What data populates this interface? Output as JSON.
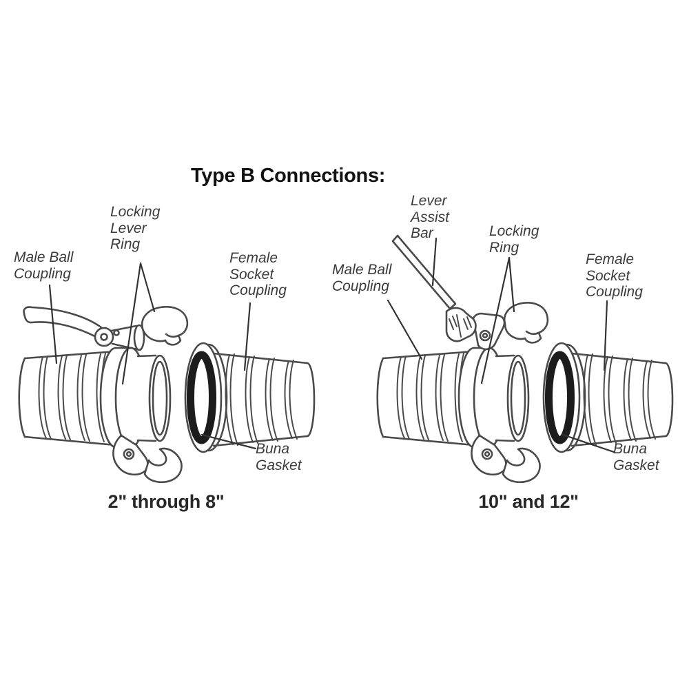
{
  "title": "Type B Connections:",
  "diagrams": [
    {
      "caption": "2\" through 8\"",
      "labels": {
        "locking_lever_ring": "Locking\nLever\nRing",
        "male_ball_coupling": "Male Ball\nCoupling",
        "female_socket_coupling": "Female\nSocket\nCoupling",
        "buna_gasket": "Buna\nGasket"
      }
    },
    {
      "caption": "10\" and 12\"",
      "labels": {
        "lever_assist_bar": "Lever\nAssist\nBar",
        "locking_ring": "Locking\nRing",
        "male_ball_coupling": "Male Ball\nCoupling",
        "female_socket_coupling": "Female\nSocket\nCoupling",
        "buna_gasket": "Buna\nGasket"
      }
    }
  ],
  "colors": {
    "line": "#4a4a4a",
    "leader": "#333333",
    "gasket": "#1c1c1c",
    "label_text": "#3b3b3b",
    "title_text": "#111111",
    "caption_text": "#282828",
    "background": "#ffffff"
  }
}
